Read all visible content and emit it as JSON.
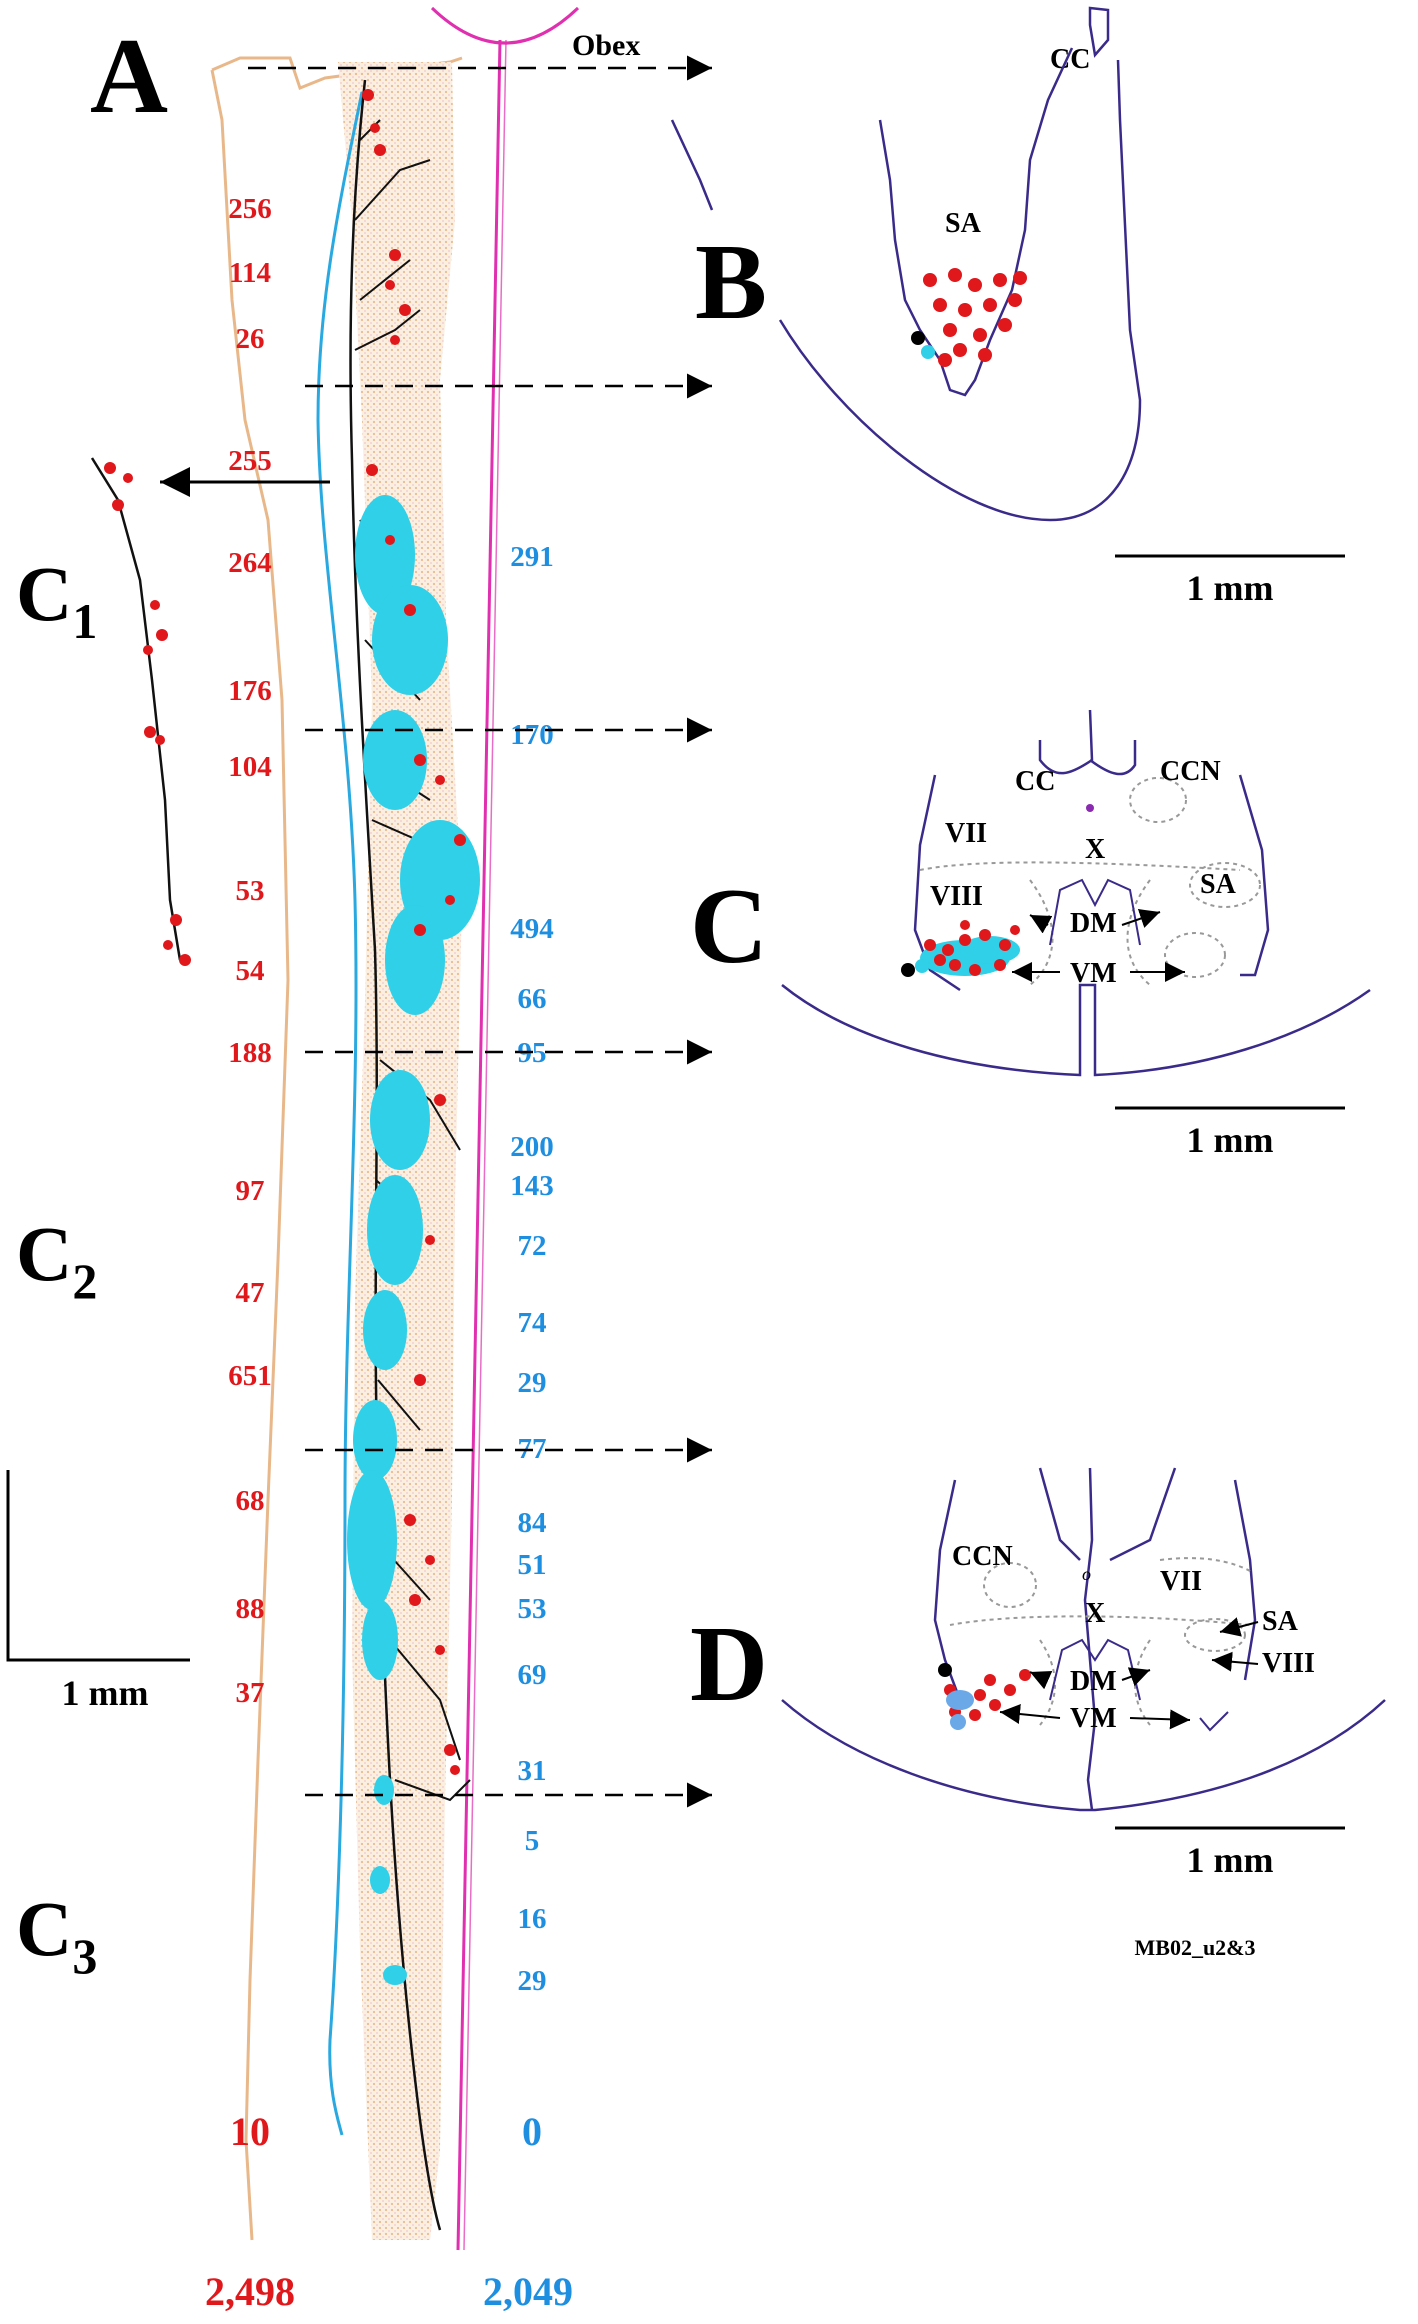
{
  "panels": {
    "A": "A",
    "B": "B",
    "C": "C",
    "D": "D"
  },
  "segments": [
    {
      "letter": "C",
      "sub": "1"
    },
    {
      "letter": "C",
      "sub": "2"
    },
    {
      "letter": "C",
      "sub": "3"
    }
  ],
  "obex_label": "Obex",
  "cc_label": "CC",
  "red_counts": [
    "256",
    "114",
    "26",
    "255",
    "264",
    "176",
    "104",
    "53",
    "54",
    "188",
    "97",
    "47",
    "651",
    "68",
    "88",
    "37",
    "10"
  ],
  "blue_counts": [
    "291",
    "170",
    "494",
    "66",
    "95",
    "200",
    "143",
    "72",
    "74",
    "29",
    "77",
    "84",
    "51",
    "53",
    "69",
    "31",
    "5",
    "16",
    "29",
    "0"
  ],
  "totals": {
    "red": "2,498",
    "blue": "2,049"
  },
  "section_B": {
    "labels": [
      "CC",
      "SA"
    ],
    "scale": "1 mm"
  },
  "section_C": {
    "labels": [
      "CC",
      "CCN",
      "VII",
      "X",
      "SA",
      "VIII",
      "DM",
      "VM"
    ],
    "scale": "1 mm"
  },
  "section_D": {
    "labels": [
      "CCN",
      "VII",
      "X",
      "SA",
      "VIII",
      "DM",
      "VM"
    ],
    "scale": "1 mm",
    "specimen_id": "MB02_u2&3"
  },
  "scalebar_A": "1 mm",
  "colors": {
    "red": "#e0171b",
    "blue": "#1e8fe0",
    "cyan": "#2fd0e8",
    "magenta": "#e030b0",
    "tan": "#e8b88a",
    "outline": "#3a2a8a"
  }
}
